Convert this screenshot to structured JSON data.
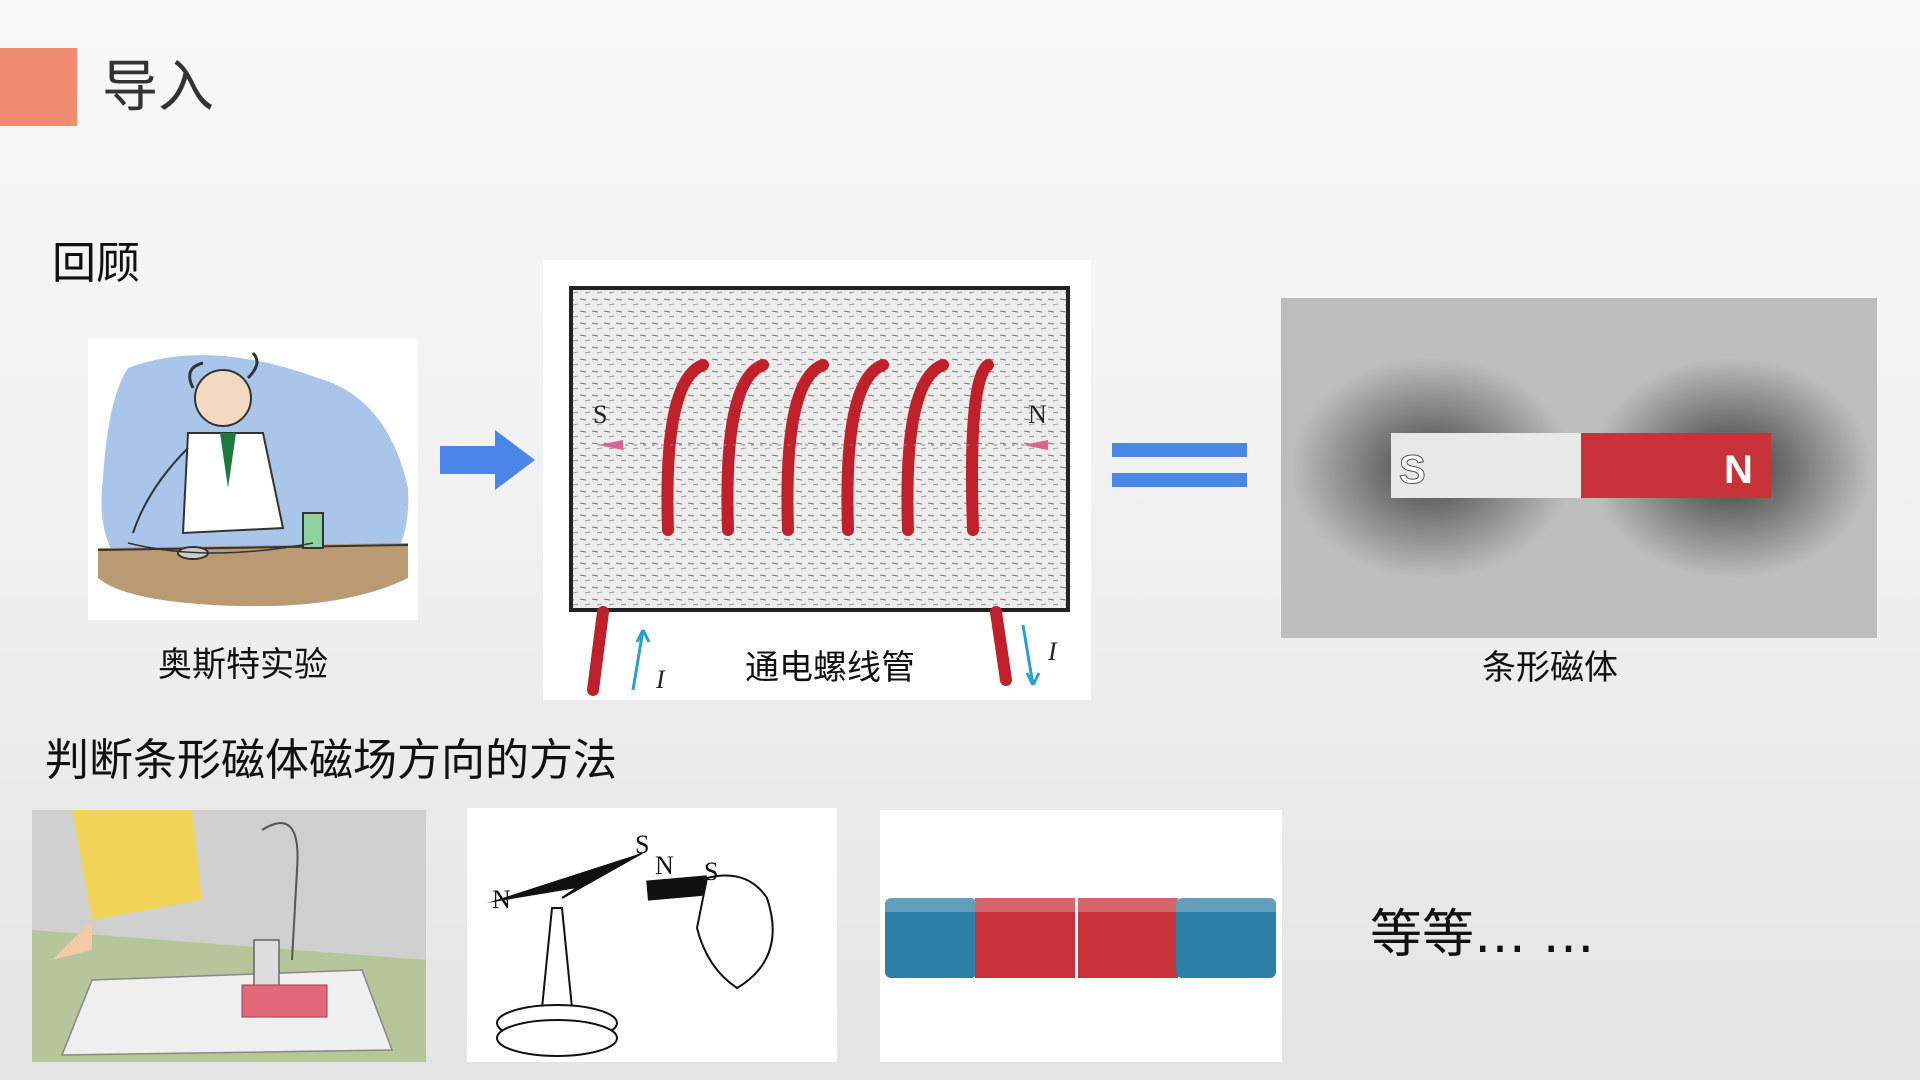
{
  "slide": {
    "title": "导入",
    "review_heading": "回顾",
    "method_heading": "判断条形磁体磁场方向的方法",
    "etc": "等等… …"
  },
  "review": {
    "oersted_caption": "奥斯特实验",
    "solenoid_caption": "通电螺线管",
    "bar_magnet_caption": "条形磁体"
  },
  "solenoid": {
    "left_pole": "S",
    "right_pole": "N",
    "current_label_left": "I",
    "current_label_right": "I"
  },
  "bar_magnet": {
    "left_pole": "S",
    "right_pole": "N"
  },
  "compass_demo": {
    "needle_n": "N",
    "needle_s": "S",
    "magnet_n": "N",
    "magnet_s": "S"
  },
  "colors": {
    "accent": "#f08c70",
    "arrow_blue": "#4a86e8",
    "magnet_red": "#c8323a",
    "magnet_blue": "#2e7fa8"
  }
}
